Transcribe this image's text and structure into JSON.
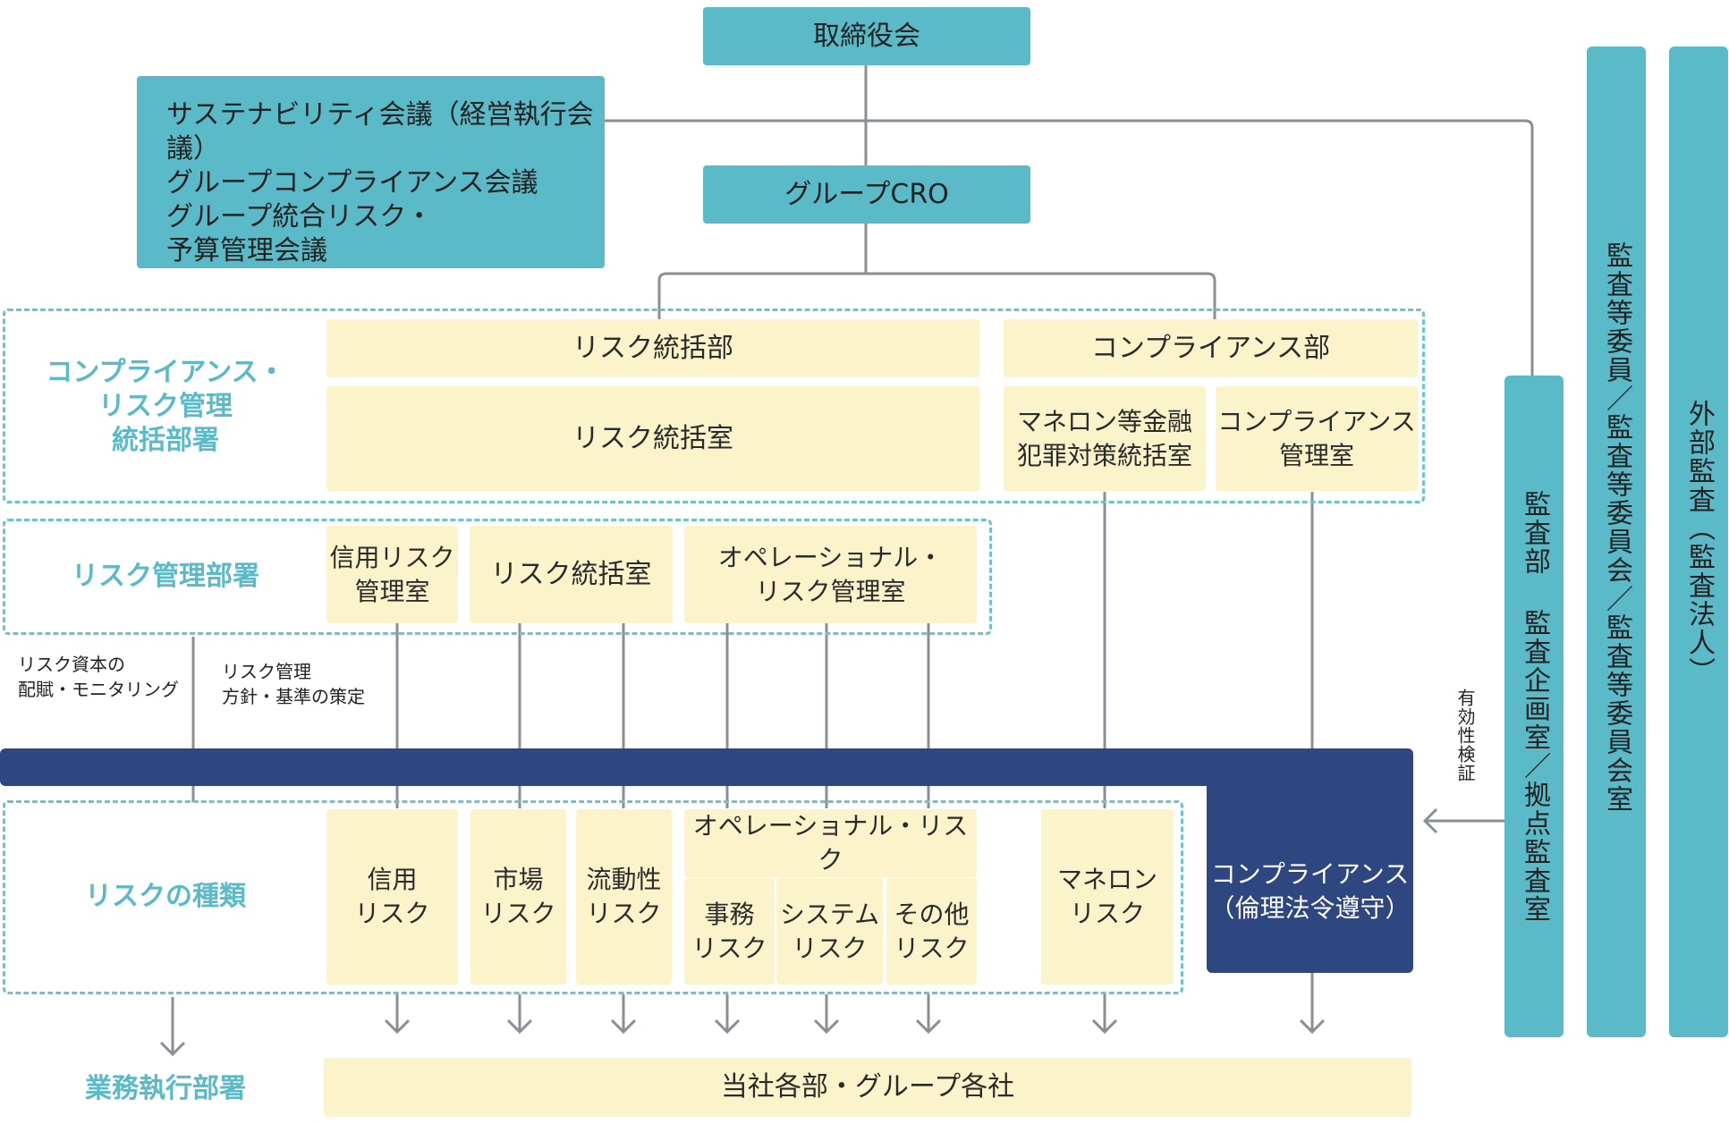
{
  "board": "取締役会",
  "committees": "サステナビリティ会議（経営執行会議）\nグループコンプライアンス会議\nグループ統合リスク・\n予算管理会議",
  "cro": "グループCRO",
  "sections": {
    "compliance_risk": "コンプライアンス・\nリスク管理\n統括部署",
    "risk_mgmt": "リスク管理部署",
    "risk_types": "リスクの種類",
    "business": "業務執行部署"
  },
  "boxes": {
    "risk_dept": "リスク統括部",
    "compliance_dept": "コンプライアンス部",
    "risk_office_top": "リスク統括室",
    "aml_office": "マネロン等金融\n犯罪対策統括室",
    "compliance_office": "コンプライアンス\n管理室",
    "credit_office": "信用リスク\n管理室",
    "risk_office_mid": "リスク統括室",
    "op_office": "オペレーショナル・\nリスク管理室"
  },
  "notes": {
    "capital": "リスク資本の\n配賦・モニタリング",
    "policy": "リスク管理\n方針・基準の策定",
    "validation": "有効性検証"
  },
  "risk_types": {
    "credit": "信用\nリスク",
    "market": "市場\nリスク",
    "liquidity": "流動性\nリスク",
    "operational": "オペレーショナル・リスク",
    "admin": "事務\nリスク",
    "system": "システム\nリスク",
    "other": "その他\nリスク",
    "aml": "マネロン\nリスク",
    "compliance": "コンプライアンス\n（倫理法令遵守）"
  },
  "bottom": "当社各部・グループ各社",
  "audit": {
    "internal": "監査部 監査企画室／拠点監査室",
    "committee": "監査等委員／監査等委員会／監査等委員会室",
    "external": "外部監査（監査法人）"
  },
  "colors": {
    "teal": "#5bbac8",
    "yellow": "#fbf4ca",
    "navy": "#2e4780",
    "line": "#8a8f96"
  }
}
